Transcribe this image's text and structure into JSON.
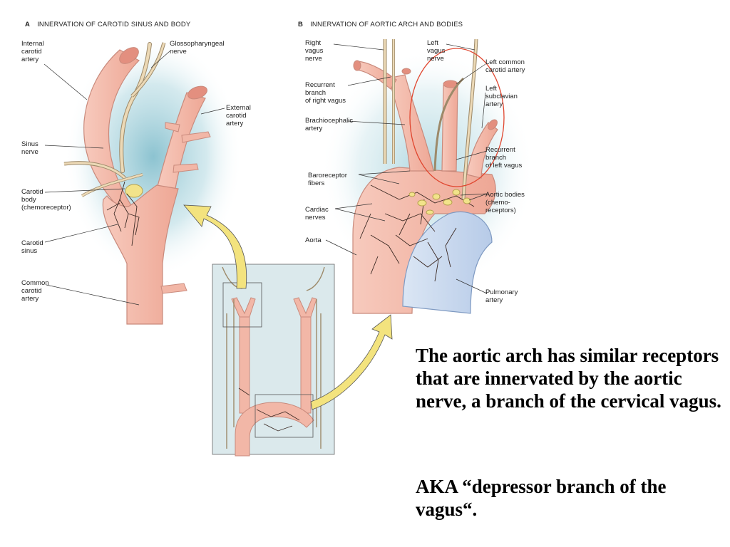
{
  "panel_a": {
    "letter": "A",
    "title": "INNERVATION OF CAROTID SINUS AND BODY",
    "labels": {
      "internal_carotid": "Internal\ncarotid\nartery",
      "glossopharyngeal": "Glossopharyngeal\nnerve",
      "external_carotid": "External\ncarotid\nartery",
      "sinus_nerve": "Sinus\nnerve",
      "carotid_body": "Carotid\nbody\n(chemoreceptor)",
      "carotid_sinus": "Carotid\nsinus",
      "common_carotid": "Common\ncarotid\nartery"
    }
  },
  "panel_b": {
    "letter": "B",
    "title": "INNERVATION OF AORTIC ARCH AND BODIES",
    "labels": {
      "right_vagus": "Right\nvagus\nnerve",
      "left_vagus": "Left\nvagus\nnerve",
      "left_common_carotid": "Left common\ncarotid artery",
      "left_subclavian": "Left\nsubclavian\nartery",
      "recurrent_right": "Recurrent\nbranch\nof right vagus",
      "brachiocephalic": "Brachiocephalic\nartery",
      "recurrent_left": "Recurrent\nbranch\nof left vagus",
      "baroreceptor": "Baroreceptor\nfibers",
      "aortic_bodies": "Aortic bodies\n(chemo-\nreceptors)",
      "cardiac_nerves": "Cardiac\nnerves",
      "aorta": "Aorta",
      "pulmonary": "Pulmonary\nartery"
    }
  },
  "caption": {
    "para1": "The aortic arch has similar receptors that are innervated by the aortic nerve, a branch of the cervical vagus.",
    "para2": "AKA “depressor branch of the vagus“."
  },
  "colors": {
    "artery": "#f4bcae",
    "artery_stroke": "#c98a7c",
    "nerve": "#ecd9b6",
    "nerve_stroke": "#9d8a6a",
    "blue_glow": "#8fc6d2",
    "pulmonary": "#c9d8ee",
    "arrow": "#f3e37e",
    "inset_bg": "#dbe9ec",
    "highlight_circle": "#e0462f"
  }
}
